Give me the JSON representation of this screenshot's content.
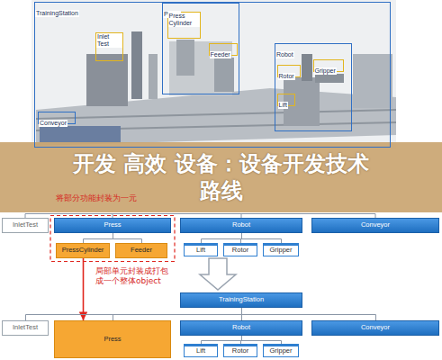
{
  "diagram": {
    "title": "开发 高效 设备：设备开发技术路线",
    "nodes": [
      {
        "text": [
          "TrainingStation"
        ]
      },
      {
        "text": [
          "Inlet Test"
        ],
        "in": 0
      },
      {
        "text": [
          "Press"
        ],
        "in": 0
      },
      {
        "text": [
          "Press Cylinder"
        ],
        "in": 2
      },
      {
        "text": [
          "Feeder"
        ],
        "in": 2
      },
      {
        "text": [
          "Robot"
        ],
        "in": 0
      },
      {
        "text": [
          "Rotor"
        ],
        "in": 5
      },
      {
        "text": [
          "Gripper"
        ],
        "in": 5
      },
      {
        "text": [
          "Lift"
        ],
        "in": 5
      },
      {
        "text": [
          "Conveyor"
        ],
        "in": 0
      },
      {
        "text": [
          "InletTest"
        ]
      },
      {
        "text": [
          "Press"
        ]
      },
      {
        "text": [
          "PressCylinder"
        ]
      },
      {
        "text": [
          "Feeder"
        ]
      },
      {
        "text": [
          "Robot"
        ]
      },
      {
        "text": [
          "Lift"
        ]
      },
      {
        "text": [
          "Rotor"
        ]
      },
      {
        "text": [
          "Gripper"
        ]
      },
      {
        "text": [
          "Conveyor"
        ]
      },
      {
        "text": [
          "TrainingStation"
        ]
      },
      {
        "text": [
          "InletTest"
        ]
      },
      {
        "text": [
          "Press"
        ]
      },
      {
        "text": [
          "Robot"
        ]
      },
      {
        "text": [
          "Lift"
        ]
      },
      {
        "text": [
          "Rotor"
        ]
      },
      {
        "text": [
          "Gripper"
        ]
      },
      {
        "text": [
          "Conveyor"
        ]
      }
    ],
    "edges": [
      {
        "from": 11,
        "to": 12,
        "arrow": "none"
      },
      {
        "from": 11,
        "to": 13,
        "arrow": "none"
      },
      {
        "from": 14,
        "to": 15,
        "arrow": "none"
      },
      {
        "from": 14,
        "to": 16,
        "arrow": "none"
      },
      {
        "from": 14,
        "to": 17,
        "arrow": "none"
      },
      {
        "from": 12,
        "to": 21,
        "arrow": "to"
      },
      {
        "from": 19,
        "to": 20,
        "arrow": "none"
      },
      {
        "from": 19,
        "to": 21,
        "arrow": "none"
      },
      {
        "from": 19,
        "to": 22,
        "arrow": "none"
      },
      {
        "from": 19,
        "to": 26,
        "arrow": "none"
      },
      {
        "from": 22,
        "to": 23,
        "arrow": "none"
      },
      {
        "from": 22,
        "to": 24,
        "arrow": "none"
      },
      {
        "from": 22,
        "to": 25,
        "arrow": "none"
      }
    ],
    "labels": [
      "将部分功能封装为一元",
      "局部单元封装成打包成一个整体object"
    ]
  }
}
